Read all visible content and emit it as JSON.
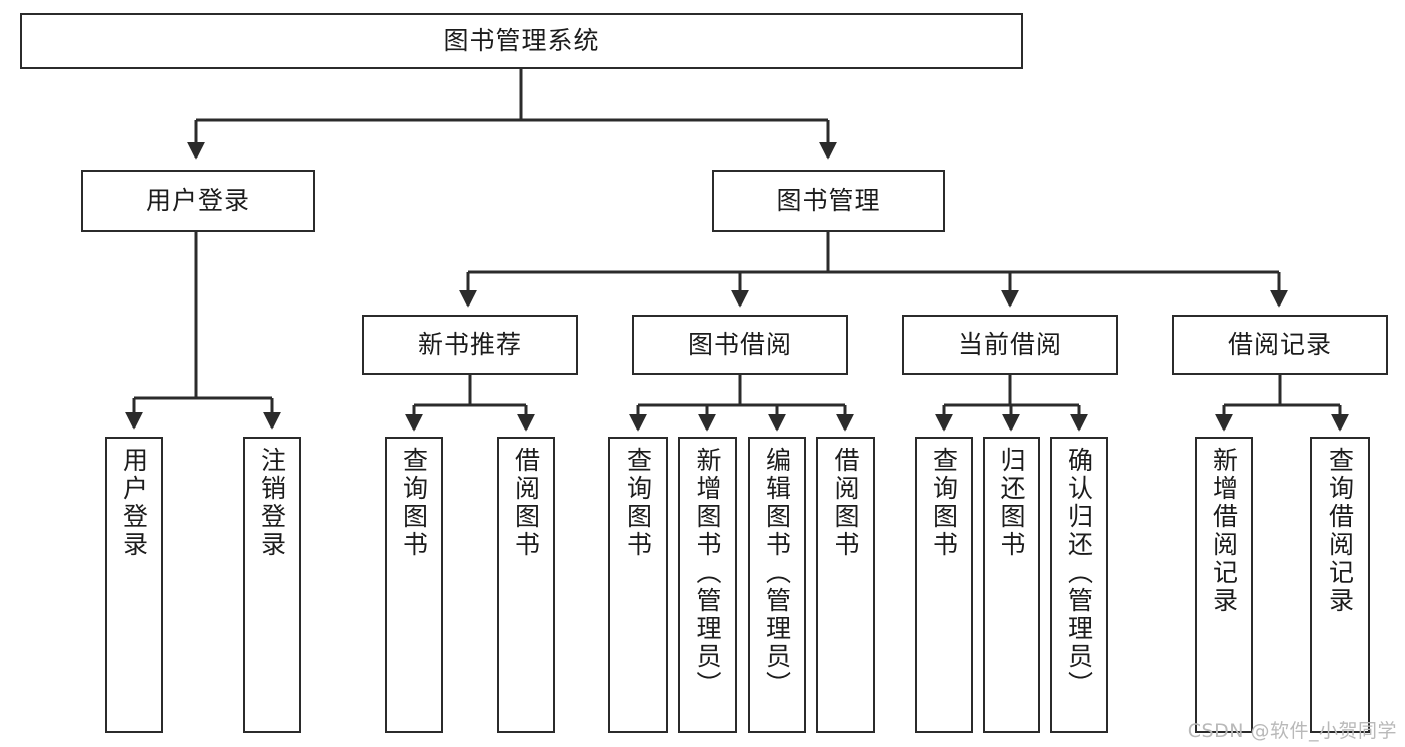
{
  "diagram": {
    "title": "图书管理系统",
    "type": "tree-hierarchy-chart",
    "colors": {
      "node_border": "#2b2b2b",
      "node_fill": "#ffffff",
      "edge": "#2b2b2b",
      "canvas": "#ffffff",
      "watermark": "#b9b9b9"
    },
    "root": {
      "label": "图书管理系统"
    },
    "level2": [
      {
        "label": "用户登录"
      },
      {
        "label": "图书管理"
      }
    ],
    "level3": [
      {
        "label": "新书推荐"
      },
      {
        "label": "图书借阅"
      },
      {
        "label": "当前借阅"
      },
      {
        "label": "借阅记录"
      }
    ],
    "leaves": {
      "user_login": [
        {
          "label": "用户登录"
        },
        {
          "label": "注销登录"
        }
      ],
      "new_book_recommend": [
        {
          "label": "查询图书"
        },
        {
          "label": "借阅图书"
        }
      ],
      "book_borrow": [
        {
          "label": "查询图书"
        },
        {
          "label": "新增图书（管理员）"
        },
        {
          "label": "编辑图书（管理员）"
        },
        {
          "label": "借阅图书"
        }
      ],
      "current_borrow": [
        {
          "label": "查询图书"
        },
        {
          "label": "归还图书"
        },
        {
          "label": "确认归还（管理员）"
        }
      ],
      "borrow_record": [
        {
          "label": "新增借阅记录"
        },
        {
          "label": "查询借阅记录"
        }
      ]
    },
    "watermark": "CSDN @软件_小贺同学"
  }
}
